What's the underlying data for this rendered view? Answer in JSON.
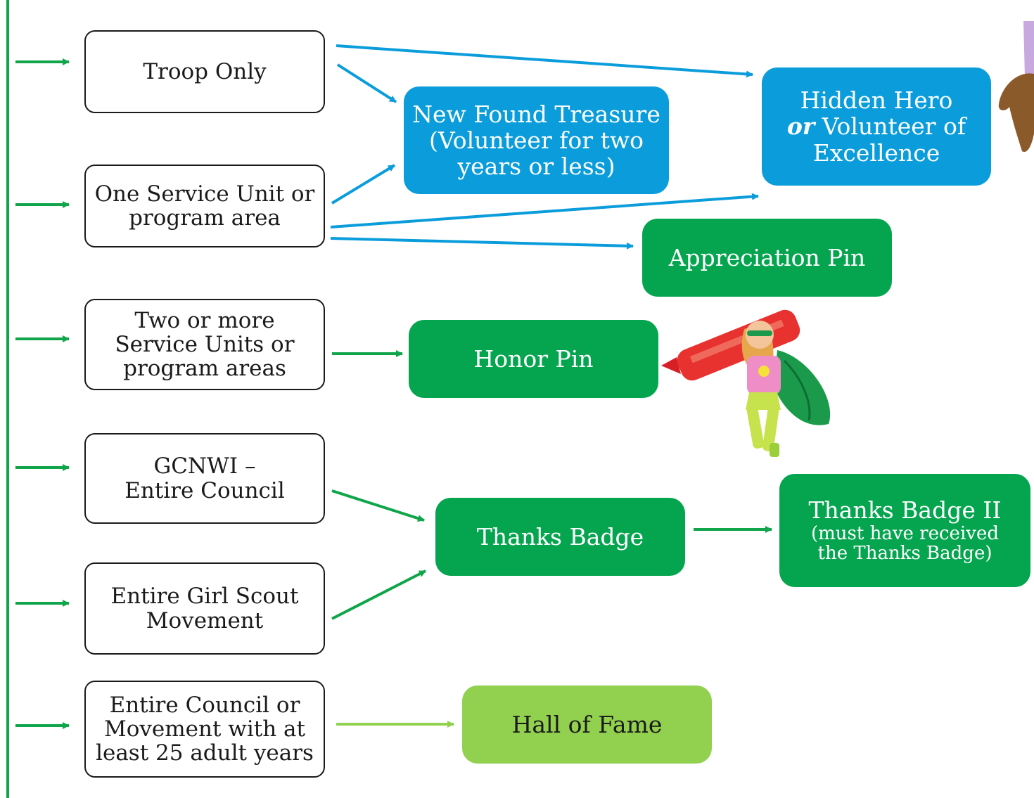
{
  "scopes": [
    {
      "id": "troop",
      "label": "Troop Only"
    },
    {
      "id": "one-su",
      "label": "One Service Unit or\nprogram area"
    },
    {
      "id": "two-su",
      "label": "Two or more\nService Units or\nprogram areas"
    },
    {
      "id": "council",
      "label": "GCNWI –\nEntire Council"
    },
    {
      "id": "movement",
      "label": "Entire Girl Scout\nMovement"
    },
    {
      "id": "hall",
      "label": "Entire Council or\nMovement with at\nleast 25 adult years"
    }
  ],
  "awards": {
    "new_found_treasure": {
      "line1": "New Found Treasure",
      "line2": "(Volunteer for two",
      "line3": "years or less)"
    },
    "hidden_hero": {
      "line1": "Hidden Hero",
      "or": "or",
      "line2": " Volunteer of",
      "line3": "Excellence"
    },
    "appreciation_pin": {
      "label": "Appreciation Pin"
    },
    "honor_pin": {
      "label": "Honor Pin"
    },
    "thanks_badge": {
      "label": "Thanks Badge"
    },
    "thanks_badge_ii": {
      "label": "Thanks Badge II",
      "note1": "(must have received",
      "note2": "the Thanks Badge)"
    },
    "hall_of_fame": {
      "label": "Hall of Fame"
    }
  },
  "colors": {
    "blue": "#0b9ddb",
    "green": "#05a550",
    "lime": "#92d050",
    "border": "#1a1a1a"
  }
}
